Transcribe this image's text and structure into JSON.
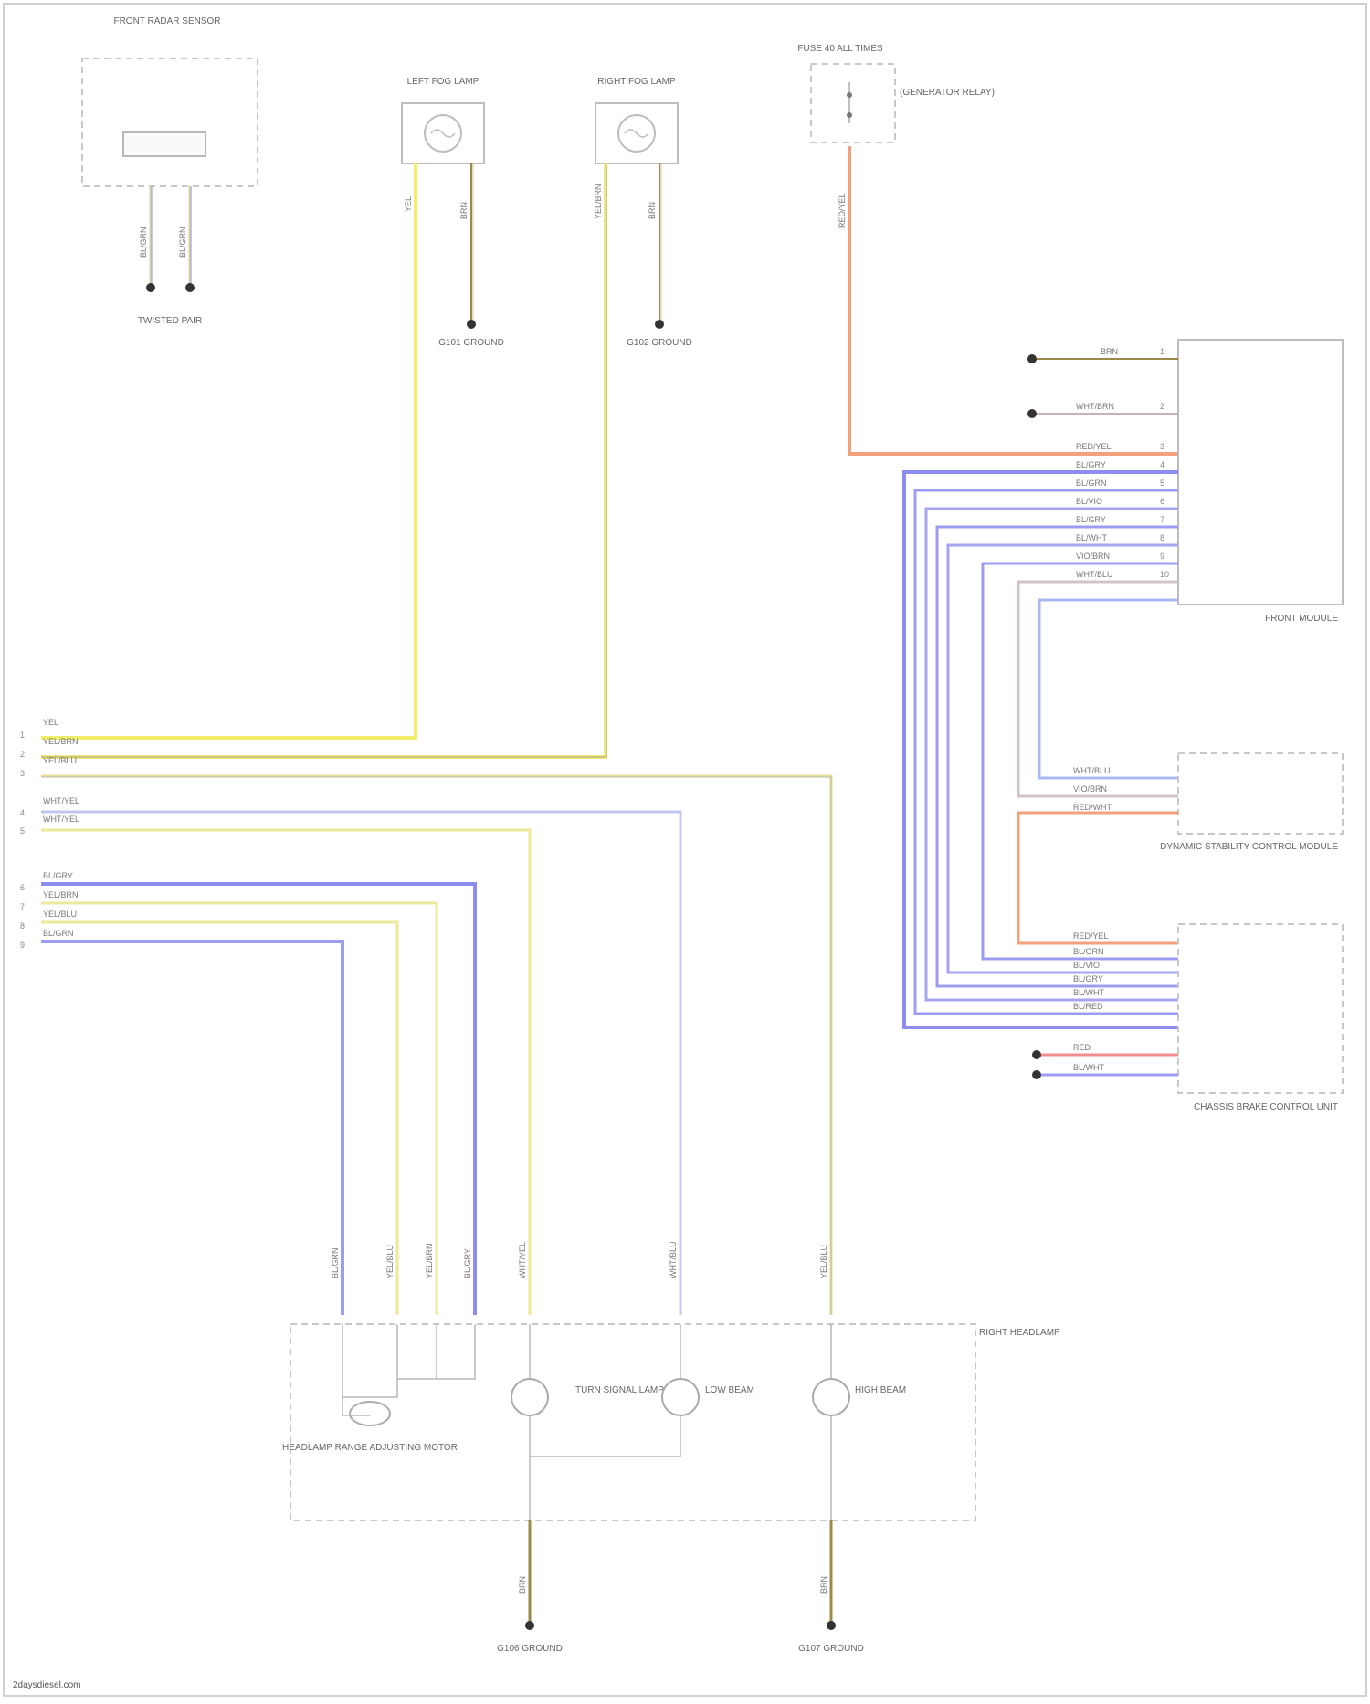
{
  "components": {
    "rear_sensor": "FRONT RADAR SENSOR",
    "left_fog": "LEFT FOG LAMP",
    "right_fog": "RIGHT FOG LAMP",
    "fuse": "FUSE 40 ALL TIMES",
    "relay_note": "(GENERATOR RELAY)",
    "ground_left": "G101 GROUND",
    "ground_right": "G102 GROUND",
    "shield": "TWISTED PAIR",
    "front_module": "FRONT MODULE",
    "stability": "DYNAMIC STABILITY CONTROL MODULE",
    "brake_ctrl": "CHASSIS BRAKE CONTROL UNIT",
    "right_headlamp": "RIGHT HEADLAMP",
    "headlamp_motor": "HEADLAMP RANGE ADJUSTING MOTOR",
    "turn_lamp": "TURN SIGNAL LAMP",
    "low_beam": "LOW BEAM",
    "high_beam": "HIGH BEAM",
    "bottom_g1": "G106 GROUND",
    "bottom_g2": "G107 GROUND",
    "watermark": "2daysdiesel.com"
  },
  "wires": {
    "sensor": [
      "BL/GRN",
      "BL/GRN"
    ],
    "fog_left": [
      "YEL",
      "BRN"
    ],
    "fog_right": [
      "YEL/BRN",
      "BRN"
    ],
    "fuse_out": "RED/YEL",
    "module_pins": [
      "BRN",
      "WHT/BRN",
      "RED/YEL",
      "BL/GRY",
      "BL/GRN",
      "BL/VIO",
      "BL/GRY",
      "BL/WHT",
      "VIO/BRN",
      "WHT/BLU"
    ],
    "stability_pins": [
      "WHT/BLU",
      "VIO/BRN",
      "RED/WHT"
    ],
    "brake_pins": [
      "RED/YEL",
      "BL/GRN",
      "BL/VIO",
      "BL/GRY",
      "BL/WHT",
      "BL/RED",
      "RED",
      "BL/WHT"
    ],
    "left_group1": [
      "YEL",
      "YEL/BRN",
      "YEL/BLU"
    ],
    "left_group2": [
      "WHT/YEL",
      "WHT/YEL"
    ],
    "left_group3": [
      "BL/GRY",
      "YEL/BRN",
      "YEL/BLU",
      "BL/GRN"
    ],
    "headlamp_in": [
      "BL/GRN",
      "YEL/BLU",
      "YEL/BRN",
      "BL/GRY",
      "WHT/YEL",
      "WHT/BLU",
      "YEL/BLU"
    ],
    "ground_out": [
      "BRN",
      "BRN"
    ]
  },
  "pins": {
    "module": [
      "1",
      "2",
      "3",
      "4",
      "5",
      "6",
      "7",
      "8",
      "9",
      "10"
    ],
    "left_conn": [
      "1",
      "2",
      "3",
      "4",
      "5",
      "6",
      "7",
      "8",
      "9"
    ]
  }
}
